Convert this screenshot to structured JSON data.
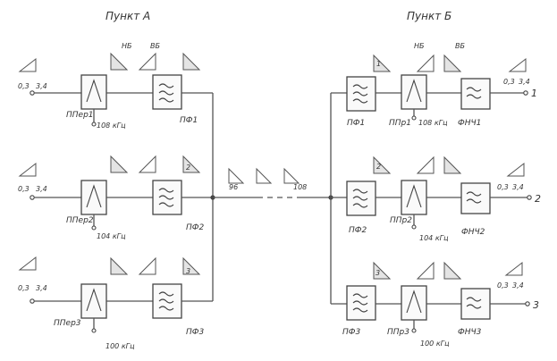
{
  "titles": {
    "a": "Пункт А",
    "b": "Пункт Б"
  },
  "labels": {
    "nb_a": "НБ",
    "vb_a": "ВБ",
    "nb_b": "НБ",
    "vb_b": "ВБ",
    "band_l": "0,3",
    "band_h": "3,4",
    "ppe_a1": "ППер1",
    "ppe_a2": "ППер2",
    "ppe_a3": "ППер3",
    "pf_a1": "ПФ1",
    "pf_a2": "ПФ2",
    "pf_a3": "ПФ3",
    "f_a1": "108 кГц",
    "f_a2": "104 кГц",
    "f_a3": "100 кГц",
    "pf_b1": "ПФ1",
    "pf_b2": "ПФ2",
    "pf_b3": "ПФ3",
    "ppr_b1": "ППр1",
    "ppr_b2": "ППр2",
    "ppr_b3": "ППр3",
    "f_b1": "108 кГц",
    "f_b2": "104 кГц",
    "f_b3": "100 кГц",
    "fnch_b1": "ФНЧ1",
    "fnch_b2": "ФНЧ2",
    "fnch_b3": "ФНЧ3",
    "line_l": "96",
    "line_r": "108",
    "out_1": "1",
    "out_2": "2",
    "out_3": "3",
    "spec_a1": "1",
    "spec_a2": "2",
    "spec_a3": "3"
  },
  "colors": {
    "ink": "#444444",
    "paper": "#ffffff"
  }
}
